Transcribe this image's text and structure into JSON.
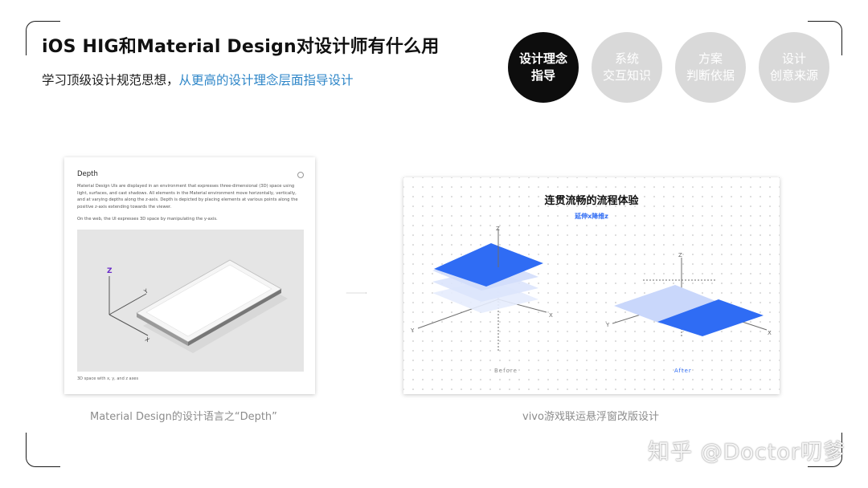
{
  "header": {
    "title": "iOS HIG和Material Design对设计师有什么用",
    "subtitle_plain": "学习顶级设计规范思想，",
    "subtitle_highlight": "从更高的设计理念层面指导设计"
  },
  "nav_circles": [
    {
      "line1": "设计理念",
      "line2": "指导",
      "active": true
    },
    {
      "line1": "系统",
      "line2": "交互知识",
      "active": false
    },
    {
      "line1": "方案",
      "line2": "判断依据",
      "active": false
    },
    {
      "line1": "设计",
      "line2": "创意来源",
      "active": false
    }
  ],
  "left_card": {
    "title": "Depth",
    "paragraph1": "Material Design UIs are displayed in an environment that expresses three-dimensional (3D) space using light, surfaces, and cast shadows. All elements in the Material environment move horizontally, vertically, and at varying depths along the z-axis. Depth is depicted by placing elements at various points along the positive z-axis extending towards the viewer.",
    "paragraph2": "On the web, the UI expresses 3D space by manipulating the y-axis.",
    "axis_z": "Z",
    "axis_y": "Y",
    "axis_x": "X",
    "image_caption": "3D space with x, y, and z axes"
  },
  "right_card": {
    "title": "连贯流畅的流程体验",
    "subtitle": "延伸x降维z",
    "before_label": "Before",
    "after_label": "After",
    "axis_z": "Z",
    "axis_y": "Y",
    "axis_x": "X"
  },
  "captions": {
    "left": "Material Design的设计语言之“Depth”",
    "right": "vivo游戏联运悬浮窗改版设计"
  },
  "watermark": "知乎 @Doctor叨爹",
  "colors": {
    "accent_blue": "#2f6cf4",
    "light_blue": "#c9d7fb",
    "active_circle": "#0d0d0d",
    "inactive_circle": "#d9d9d9",
    "subtitle_highlight": "#2e86c8"
  }
}
